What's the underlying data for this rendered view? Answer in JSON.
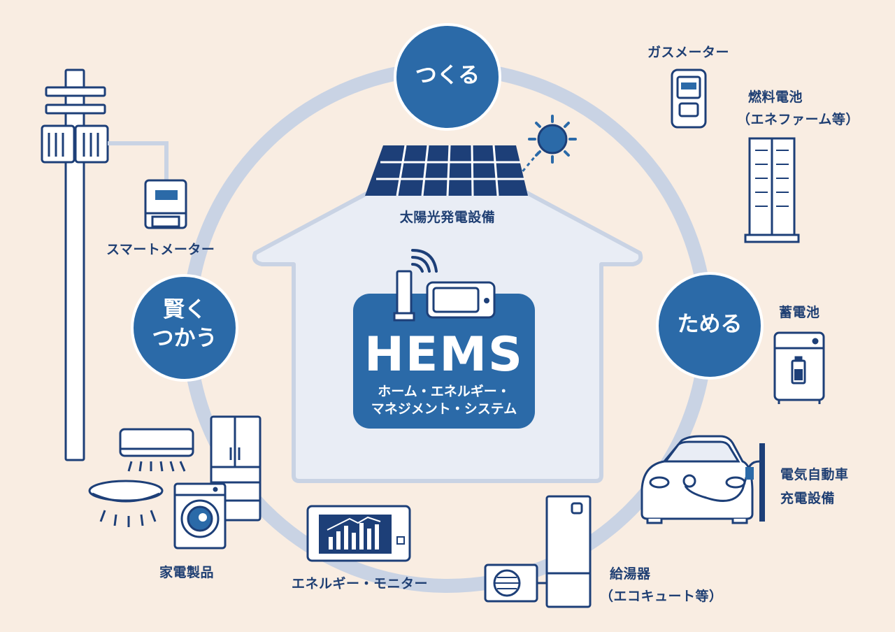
{
  "hub": {
    "title": "HEMS",
    "subtitle_line1": "ホーム・エネルギー・",
    "subtitle_line2": "マネジメント・システム"
  },
  "roles": {
    "create": "つくる",
    "store": "ためる",
    "use_line1": "賢く",
    "use_line2": "つかう"
  },
  "devices": {
    "solar": "太陽光発電設備",
    "gas_meter": "ガスメーター",
    "fuel_cell_line1": "燃料電池",
    "fuel_cell_line2": "（エネファーム等）",
    "battery": "蓄電池",
    "ev_line1": "電気自動車",
    "ev_line2": "充電設備",
    "water_heater_line1": "給湯器",
    "water_heater_line2": "（エコキュート等）",
    "energy_monitor": "エネルギー・モニター",
    "appliances": "家電製品",
    "smart_meter": "スマートメーター"
  },
  "colors": {
    "background": "#f9ede2",
    "primary": "#2b6aa8",
    "line": "#1d3f78",
    "ring": "#c9d3e4",
    "house": "#e9edf5"
  }
}
